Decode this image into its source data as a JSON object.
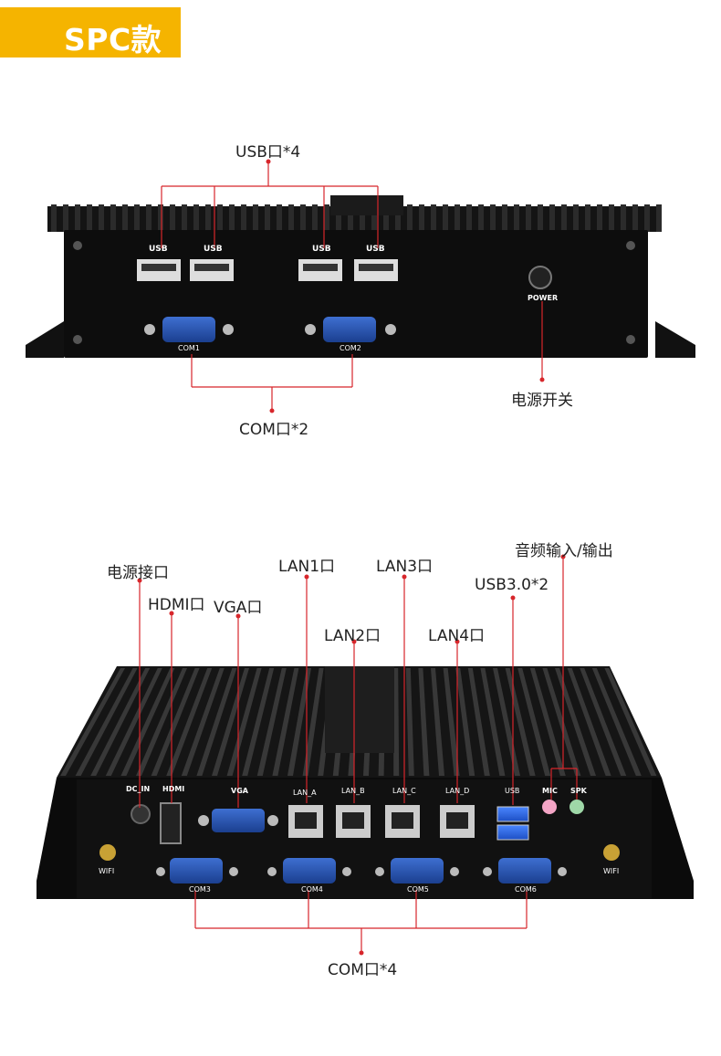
{
  "header": {
    "badge_text": "SPC款",
    "badge_color": "#f5b400"
  },
  "callout_color": "#d7262b",
  "top_unit": {
    "callouts": {
      "usb": "USB口*4",
      "com": "COM口*2",
      "power": "电源开关"
    },
    "panel_labels": {
      "usb": [
        "USB",
        "USB",
        "USB",
        "USB"
      ],
      "com": [
        "COM1",
        "COM2"
      ],
      "power": "POWER"
    }
  },
  "bottom_unit": {
    "callouts": {
      "dc": "电源接口",
      "hdmi": "HDMI口",
      "vga": "VGA口",
      "lan1": "LAN1口",
      "lan2": "LAN2口",
      "lan3": "LAN3口",
      "lan4": "LAN4口",
      "usb3": "USB3.0*2",
      "audio": "音频输入/输出",
      "com": "COM口*4"
    },
    "panel_labels": {
      "dc": "DC_IN",
      "hdmi": "HDMI",
      "vga": "VGA",
      "lan": [
        "LAN_A",
        "LAN_B",
        "LAN_C",
        "LAN_D"
      ],
      "usb": "USB",
      "mic": "MIC",
      "spk": "SPK",
      "com": [
        "COM3",
        "COM4",
        "COM5",
        "COM6"
      ],
      "wifi": [
        "WIFI",
        "WIFI"
      ]
    }
  }
}
